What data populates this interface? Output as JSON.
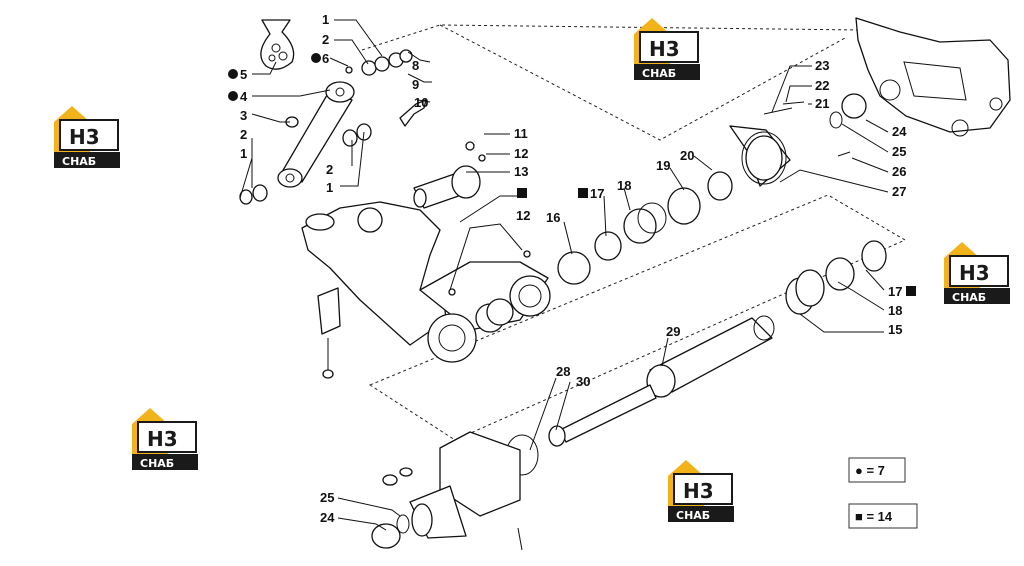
{
  "brand": {
    "mark": "H3",
    "name": "CHAБ",
    "accent": "#f2b21a",
    "dark": "#1a1a1a"
  },
  "callouts": {
    "c1a": "1",
    "c2a": "2",
    "c8": "8",
    "c5": "5",
    "c6": "6",
    "c9": "9",
    "c4": "4",
    "c10": "10",
    "c3": "3",
    "c2b": "2",
    "c1b": "1",
    "c2c": "2",
    "c1c": "1",
    "c11": "11",
    "c12a": "12",
    "c13": "13",
    "c17a": "17",
    "c18a": "18",
    "c19": "19",
    "c20": "20",
    "c16": "16",
    "c12b": "12",
    "c23": "23",
    "c22": "22",
    "c21": "21",
    "c24a": "24",
    "c25a": "25",
    "c26": "26",
    "c27": "27",
    "c17b": "17",
    "c18b": "18",
    "c15": "15",
    "c29": "29",
    "c28": "28",
    "c30": "30",
    "c25b": "25",
    "c24b": "24"
  },
  "legend": {
    "circle": "● = 7",
    "square": "■ = 14"
  }
}
